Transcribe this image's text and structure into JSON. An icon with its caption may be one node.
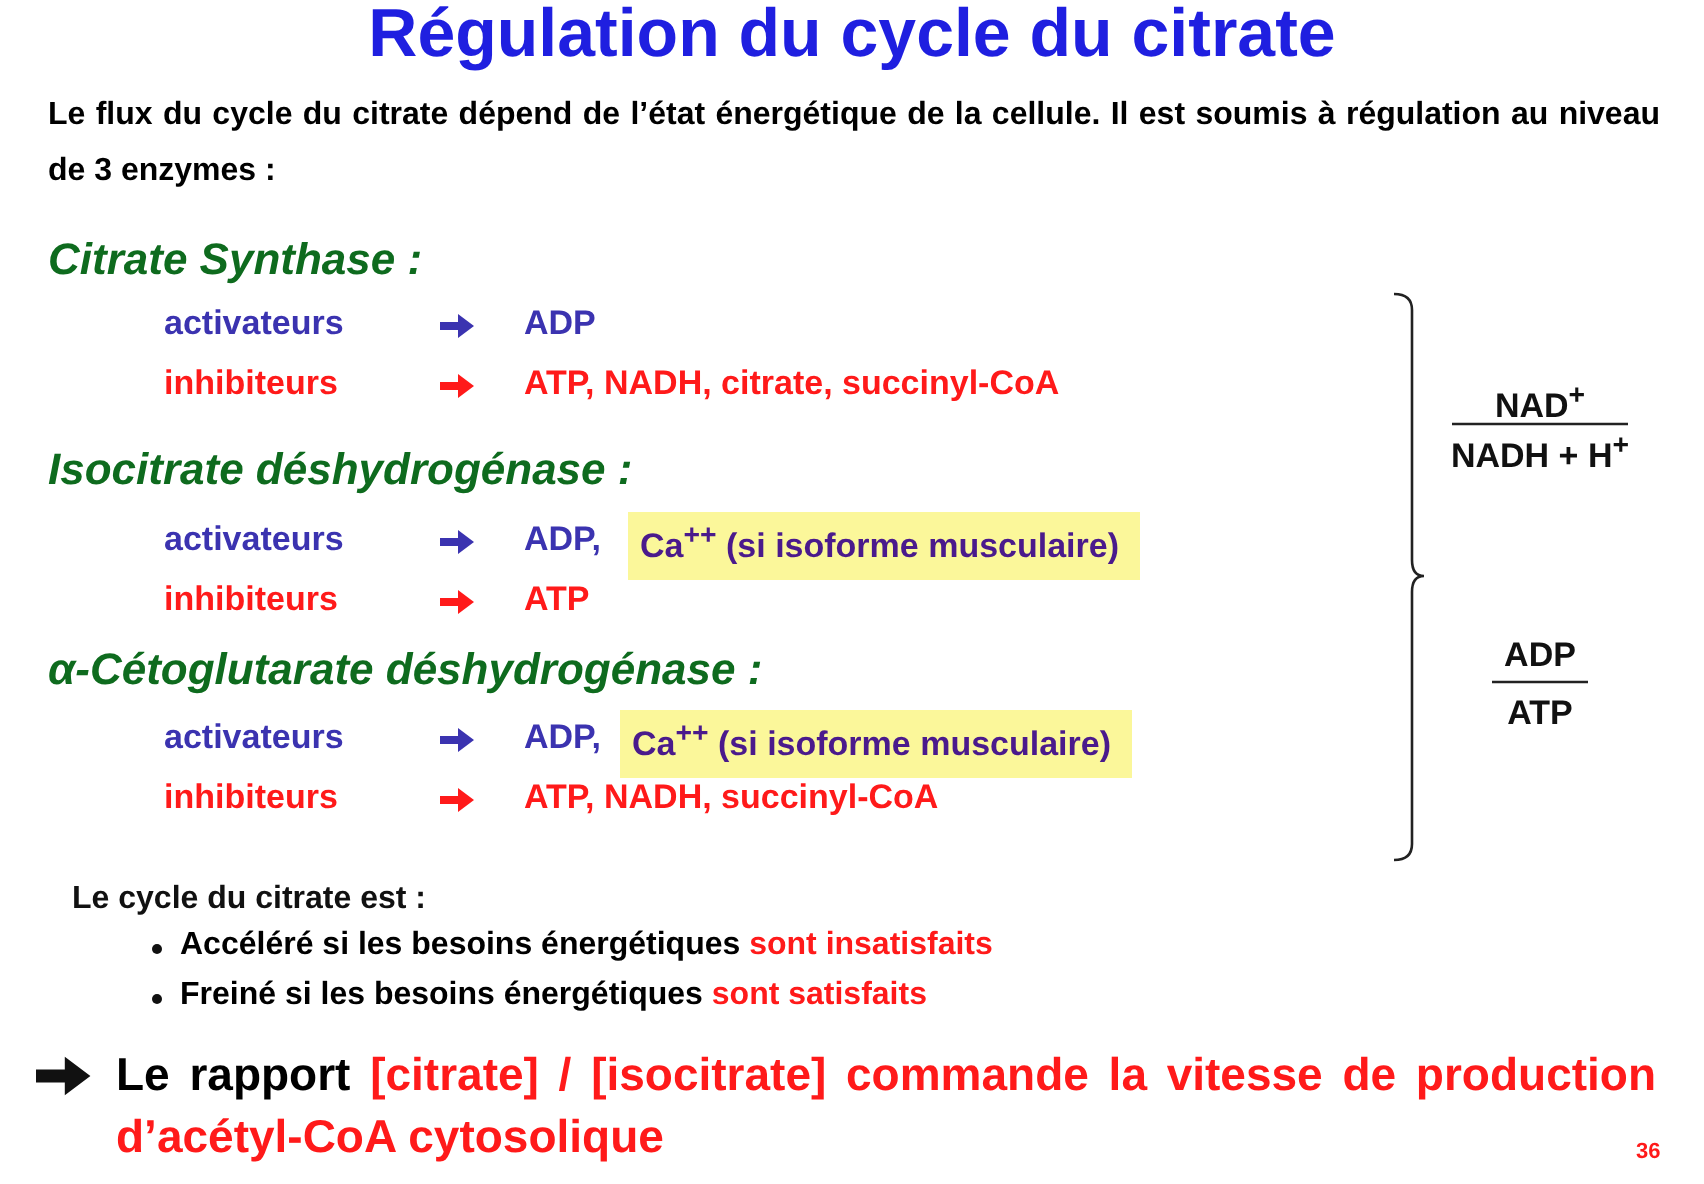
{
  "diagram": {
    "title": "Régulation du cycle du citrate",
    "labels": [
      "Le flux du cycle du citrate dépend de l’état énergétique de la cellule. Il est soumis à régulation au niveau de 3 enzymes :",
      "Citrate Synthase :",
      "activateurs",
      "ADP",
      "inhibiteurs",
      "ATP, NADH, citrate, succinyl-CoA",
      "Isocitrate déshydrogénase :",
      "activateurs",
      "ADP,",
      "Ca$^{++}$ (si isoforme musculaire)",
      "inhibiteurs",
      "ATP",
      "α-Cétoglutarate déshydrogénase :",
      "activateurs",
      "ADP,",
      "Ca$^{++}$ (si isoforme musculaire)",
      "inhibiteurs",
      "ATP, NADH, succinyl-CoA",
      "NAD$^{+}$",
      "NADH + H$^{+}$",
      "ADP",
      "ATP",
      "Le cycle du citrate est :",
      "Accéléré si les besoins énergétiques",
      "sont insatisfaits",
      "Freiné si les besoins énergétiques",
      "sont satisfaits",
      "Le rapport",
      "[citrate] / [isocitrate] commande la vitesse de production d’acétyl-CoA cytosolique",
      "36"
    ]
  }
}
